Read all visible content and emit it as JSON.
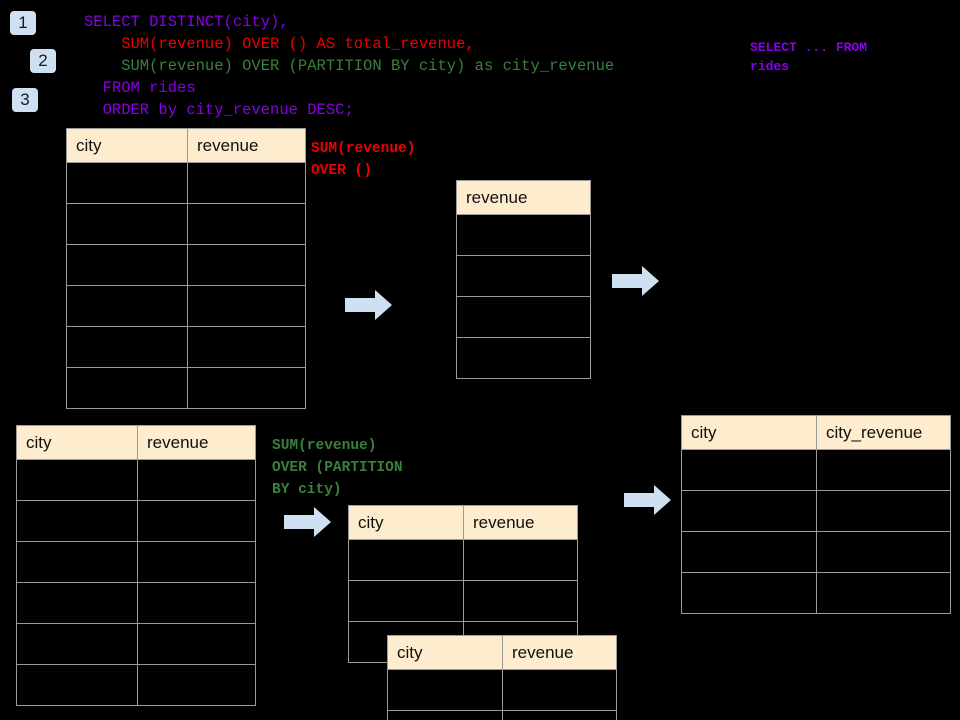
{
  "page": {
    "background_color": "#000000",
    "accent_color": "#cfe0f2",
    "header_fill": "#fdeccd",
    "grid_color": "#9a9a9a"
  },
  "badges": [
    {
      "label": "1"
    },
    {
      "label": "2"
    },
    {
      "label": "3"
    }
  ],
  "sql": {
    "lines": [
      {
        "text": "SELECT DISTINCT(city),",
        "color": "purple"
      },
      {
        "text": "    SUM(revenue) OVER () AS total_revenue,",
        "color": "red"
      },
      {
        "text": "    SUM(revenue) OVER (PARTITION BY city) as city_revenue",
        "color": "green"
      },
      {
        "text": "  FROM rides",
        "color": "purple"
      },
      {
        "text": "  ORDER by city_revenue DESC;",
        "color": "purple"
      }
    ]
  },
  "annotations": {
    "select_from": {
      "line1": "SELECT ... FROM",
      "line2": "rides",
      "color": "#8a00e6"
    },
    "sum_over_empty": {
      "line1": "SUM(revenue)",
      "line2": "OVER ()",
      "color": "#ee0000"
    },
    "sum_over_partition": {
      "line1": "SUM(revenue)",
      "line2": "OVER (PARTITION",
      "line3": "BY city)",
      "color": "#3a803a"
    }
  },
  "tables": {
    "source_top": {
      "name": "rides-source-top",
      "columns": [
        "city",
        "revenue"
      ],
      "row_count": 6,
      "rows": [
        [
          "",
          ""
        ],
        [
          "",
          ""
        ],
        [
          "",
          ""
        ],
        [
          "",
          ""
        ],
        [
          "",
          ""
        ],
        [
          "",
          ""
        ]
      ]
    },
    "total_revenue": {
      "name": "total-revenue-result",
      "columns": [
        "revenue"
      ],
      "row_count": 4,
      "rows": [
        [
          ""
        ],
        [
          ""
        ],
        [
          ""
        ],
        [
          ""
        ]
      ]
    },
    "source_bottom": {
      "name": "rides-source-bottom",
      "columns": [
        "city",
        "revenue"
      ],
      "row_count": 6,
      "rows": [
        [
          "",
          ""
        ],
        [
          "",
          ""
        ],
        [
          "",
          ""
        ],
        [
          "",
          ""
        ],
        [
          "",
          ""
        ],
        [
          "",
          ""
        ]
      ]
    },
    "partition_a": {
      "name": "partition-group-a",
      "columns": [
        "city",
        "revenue"
      ],
      "row_count": 3,
      "rows": [
        [
          "",
          ""
        ],
        [
          "",
          ""
        ],
        [
          "",
          ""
        ]
      ]
    },
    "partition_b": {
      "name": "partition-group-b",
      "columns": [
        "city",
        "revenue"
      ],
      "row_count": 2,
      "rows": [
        [
          "",
          ""
        ],
        [
          "",
          ""
        ]
      ]
    },
    "final_result": {
      "name": "city-revenue-result",
      "columns": [
        "city",
        "city_revenue"
      ],
      "row_count": 4,
      "rows": [
        [
          "",
          ""
        ],
        [
          "",
          ""
        ],
        [
          "",
          ""
        ],
        [
          "",
          ""
        ]
      ]
    }
  },
  "arrows": [
    {
      "name": "arrow-source-to-total",
      "direction": "right"
    },
    {
      "name": "arrow-total-to-final",
      "direction": "right"
    },
    {
      "name": "arrow-source-to-partition",
      "direction": "right"
    },
    {
      "name": "arrow-partition-to-final",
      "direction": "right"
    }
  ]
}
